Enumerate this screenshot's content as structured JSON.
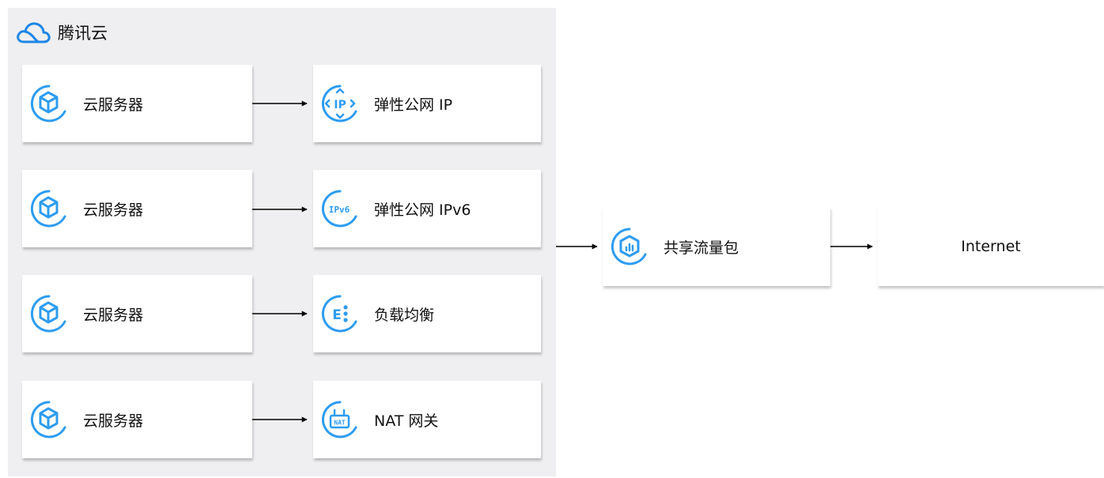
{
  "brand": {
    "name": "腾讯云",
    "icon": "tencent-cloud-logo",
    "color": "#1e86e6"
  },
  "colors": {
    "icon_blue": "#2d9cf0",
    "panel_bg": "#efeff1",
    "arrow": "#000000"
  },
  "rows": [
    {
      "source": {
        "label": "云服务器",
        "icon": "cvm-icon"
      },
      "target": {
        "label": "弹性公网 IP",
        "icon": "eip-icon"
      }
    },
    {
      "source": {
        "label": "云服务器",
        "icon": "cvm-icon"
      },
      "target": {
        "label": "弹性公网 IPv6",
        "icon": "ipv6-icon"
      }
    },
    {
      "source": {
        "label": "云服务器",
        "icon": "cvm-icon"
      },
      "target": {
        "label": "负载均衡",
        "icon": "clb-icon"
      }
    },
    {
      "source": {
        "label": "云服务器",
        "icon": "cvm-icon"
      },
      "target": {
        "label": "NAT 网关",
        "icon": "nat-gateway-icon"
      }
    }
  ],
  "shared_package": {
    "label": "共享流量包",
    "icon": "shared-traffic-package-icon"
  },
  "internet": {
    "label": "Internet"
  }
}
